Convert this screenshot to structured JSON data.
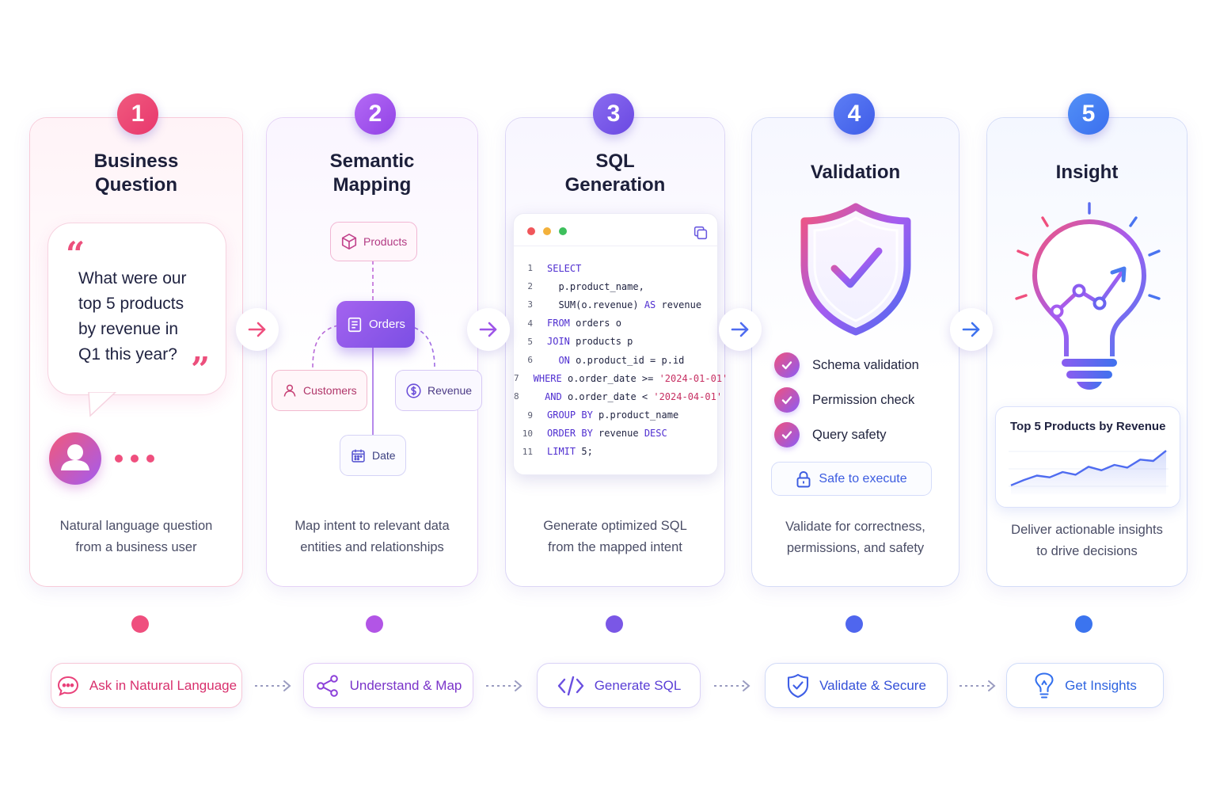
{
  "steps": [
    {
      "number": "1",
      "title_line1": "Business",
      "title_line2": "Question",
      "desc_line1": "Natural language question",
      "desc_line2": "from a business user",
      "accent": "#ef4f7a"
    },
    {
      "number": "2",
      "title_line1": "Semantic",
      "title_line2": "Mapping",
      "desc_line1": "Map intent to relevant data",
      "desc_line2": "entities and relationships",
      "accent": "#a855f7"
    },
    {
      "number": "3",
      "title_line1": "SQL",
      "title_line2": "Generation",
      "desc_line1": "Generate optimized SQL",
      "desc_line2": "from the mapped intent",
      "accent": "#7c5ce8"
    },
    {
      "number": "4",
      "title_line1": "Validation",
      "desc_line1": "Validate for correctness,",
      "desc_line2": "permissions, and safety",
      "accent": "#4f6cf0"
    },
    {
      "number": "5",
      "title_line1": "Insight",
      "desc_line1": "Deliver actionable insights",
      "desc_line2": "to drive decisions",
      "accent": "#3f7bf2"
    }
  ],
  "question": {
    "line1": "What were our",
    "line2": "top 5 products",
    "line3": "by revenue in",
    "line4": "Q1 this year?",
    "open_quote": "“",
    "close_quote": "”"
  },
  "mapping": {
    "products": "Products",
    "orders": "Orders",
    "customers": "Customers",
    "revenue": "Revenue",
    "date": "Date"
  },
  "sql": {
    "lines": [
      {
        "n": "1",
        "t": [
          {
            "k": "kw",
            "v": "SELECT"
          }
        ]
      },
      {
        "n": "2",
        "t": [
          {
            "k": "pl",
            "v": "  p.product_name,"
          }
        ]
      },
      {
        "n": "3",
        "t": [
          {
            "k": "pl",
            "v": "  SUM(o.revenue) "
          },
          {
            "k": "kw",
            "v": "AS"
          },
          {
            "k": "pl",
            "v": " revenue"
          }
        ]
      },
      {
        "n": "4",
        "t": [
          {
            "k": "kw",
            "v": "FROM"
          },
          {
            "k": "pl",
            "v": " orders o"
          }
        ]
      },
      {
        "n": "5",
        "t": [
          {
            "k": "kw",
            "v": "JOIN"
          },
          {
            "k": "pl",
            "v": " products p"
          }
        ]
      },
      {
        "n": "6",
        "t": [
          {
            "k": "kw",
            "v": "  ON"
          },
          {
            "k": "pl",
            "v": " o.product_id = p.id"
          }
        ]
      },
      {
        "n": "7",
        "t": [
          {
            "k": "kw",
            "v": "WHERE"
          },
          {
            "k": "pl",
            "v": " o.order_date >= "
          },
          {
            "k": "str",
            "v": "'2024-01-01'"
          }
        ]
      },
      {
        "n": "8",
        "t": [
          {
            "k": "kw",
            "v": "  AND"
          },
          {
            "k": "pl",
            "v": " o.order_date < "
          },
          {
            "k": "str",
            "v": "'2024-04-01'"
          }
        ]
      },
      {
        "n": "9",
        "t": [
          {
            "k": "kw",
            "v": "GROUP BY"
          },
          {
            "k": "pl",
            "v": " p.product_name"
          }
        ]
      },
      {
        "n": "10",
        "t": [
          {
            "k": "kw",
            "v": "ORDER BY"
          },
          {
            "k": "pl",
            "v": " revenue "
          },
          {
            "k": "kw",
            "v": "DESC"
          }
        ]
      },
      {
        "n": "11",
        "t": [
          {
            "k": "kw",
            "v": "LIMIT"
          },
          {
            "k": "pl",
            "v": " 5;"
          }
        ]
      }
    ]
  },
  "validation": {
    "checks": [
      "Schema validation",
      "Permission check",
      "Query safety"
    ],
    "safe_label": "Safe to execute"
  },
  "insight": {
    "chart_title": "Top 5 Products by Revenue",
    "sparkline": [
      0.2,
      0.32,
      0.42,
      0.38,
      0.5,
      0.44,
      0.62,
      0.54,
      0.66,
      0.6,
      0.78,
      0.75,
      0.98
    ]
  },
  "timeline": {
    "labels": [
      "Ask in Natural Language",
      "Understand & Map",
      "Generate SQL",
      "Validate & Secure",
      "Get Insights"
    ],
    "icons": [
      "chat-icon",
      "share-nodes-icon",
      "code-icon",
      "shield-check-icon",
      "lightbulb-icon"
    ],
    "colors": [
      "#e9417a",
      "#8b3fd9",
      "#6a4fe0",
      "#3f5fe6",
      "#3470ee"
    ]
  }
}
